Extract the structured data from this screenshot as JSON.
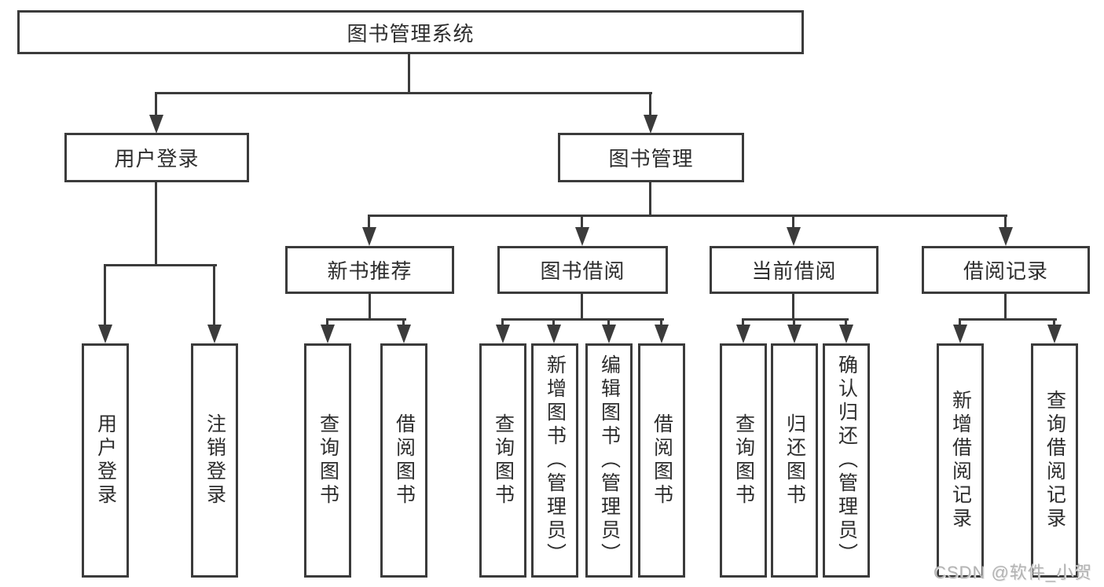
{
  "diagram": {
    "root": {
      "label": "图书管理系统"
    },
    "branches": [
      {
        "label": "用户登录",
        "children": [
          {
            "label": "用户登录"
          },
          {
            "label": "注销登录"
          }
        ]
      },
      {
        "label": "图书管理",
        "children": [
          {
            "label": "新书推荐",
            "children": [
              {
                "label": "查询图书"
              },
              {
                "label": "借阅图书"
              }
            ]
          },
          {
            "label": "图书借阅",
            "children": [
              {
                "label": "查询图书"
              },
              {
                "label": "新增图书（管理员）"
              },
              {
                "label": "编辑图书（管理员）"
              },
              {
                "label": "借阅图书"
              }
            ]
          },
          {
            "label": "当前借阅",
            "children": [
              {
                "label": "查询图书"
              },
              {
                "label": "归还图书"
              },
              {
                "label": "确认归还（管理员）"
              }
            ]
          },
          {
            "label": "借阅记录",
            "children": [
              {
                "label": "新增借阅记录"
              },
              {
                "label": "查询借阅记录"
              }
            ]
          }
        ]
      }
    ]
  },
  "watermark": {
    "text": "CSDN @软件_小贺同学"
  },
  "colors": {
    "line": "#3b3b3b",
    "text": "#2d2d2d",
    "background": "#ffffff",
    "watermark": "#b3b3b3"
  }
}
